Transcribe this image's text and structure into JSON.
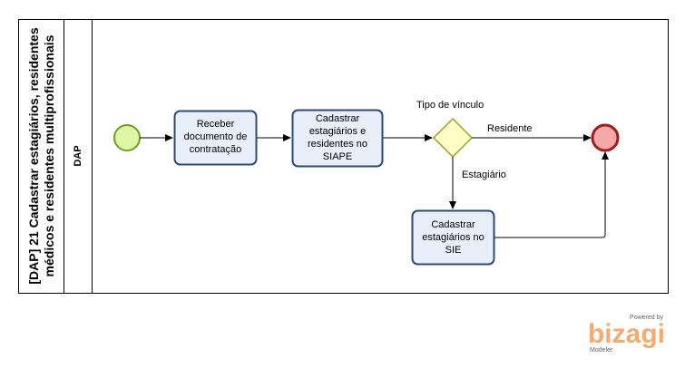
{
  "pool": {
    "title_line1": "[DAP] 21 Cadastrar estagiários, residentes",
    "title_line2": "médicos e residentes multiprofissionais",
    "lane_title": "DAP"
  },
  "tasks": {
    "receber": [
      "Receber",
      "documento de",
      "contratação"
    ],
    "cadastrar_siape": [
      "Cadastrar",
      "estagiários e",
      "residentes no",
      "SIAPE"
    ],
    "cadastrar_sie": [
      "Cadastrar",
      "estagiários no",
      "SIE"
    ]
  },
  "gateway": {
    "label": "Tipo de vínculo"
  },
  "flows": {
    "residente": "Residente",
    "estagiario": "Estagiário"
  },
  "branding": {
    "powered": "Powered by",
    "name": "bizagi",
    "product": "Modeler"
  },
  "colors": {
    "task_fill": "#e8eefa",
    "task_stroke": "#2b4a7a",
    "start_fill": "#ddf7a6",
    "start_stroke": "#6ea01d",
    "end_fill": "#f4a9a9",
    "end_stroke": "#a11c1c",
    "gateway_fill": "#ffffc5",
    "gateway_stroke": "#9e9e2b",
    "brand": "#f4ab72"
  }
}
